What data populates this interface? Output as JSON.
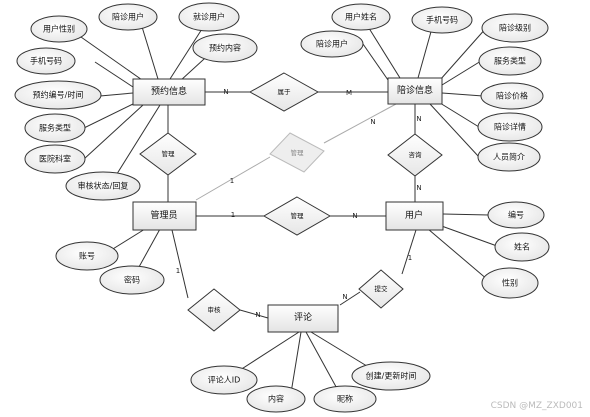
{
  "entities": {
    "reservation": "预约信息",
    "escort": "陪诊信息",
    "admin": "管理员",
    "user": "用户",
    "comment": "评论"
  },
  "relationships": {
    "belongs": "属于",
    "manage_left": "管理",
    "manage_faded": "管理",
    "manage_user": "管理",
    "booking": "咨询",
    "review": "审核",
    "publish": "提交"
  },
  "attributes": {
    "res_gender": "用户性别",
    "res_escort_user": "陪诊用户",
    "res_visit_user": "就诊用户",
    "res_content": "预约内容",
    "res_phone": "手机号码",
    "res_time": "预约编号/时间",
    "res_service": "服务类型",
    "res_dept": "医院科室",
    "res_status": "审核状态/回复",
    "esc_name": "用户姓名",
    "esc_phone": "手机号码",
    "esc_level": "陪诊级别",
    "esc_user": "陪诊用户",
    "esc_service": "服务类型",
    "esc_price": "陪诊价格",
    "esc_detail": "陪诊详情",
    "esc_intro": "人员简介",
    "usr_id": "编号",
    "usr_name": "姓名",
    "usr_gender": "性别",
    "adm_account": "账号",
    "adm_password": "密码",
    "cmt_uid": "评论人ID",
    "cmt_content": "内容",
    "cmt_nickname": "昵称",
    "cmt_time": "创建/更新时间"
  },
  "cardinality": {
    "res_belongs": "N",
    "belongs_esc": "M",
    "faded_esc": "N",
    "admin_faded": "1",
    "esc_booking": "N",
    "booking_user": "N",
    "admin_manage": "1",
    "manage_user": "N",
    "admin_review": "1",
    "review_comment": "N",
    "comment_publish": "N",
    "publish_user": "1"
  },
  "watermark": "CSDN @MZ_ZXD001"
}
